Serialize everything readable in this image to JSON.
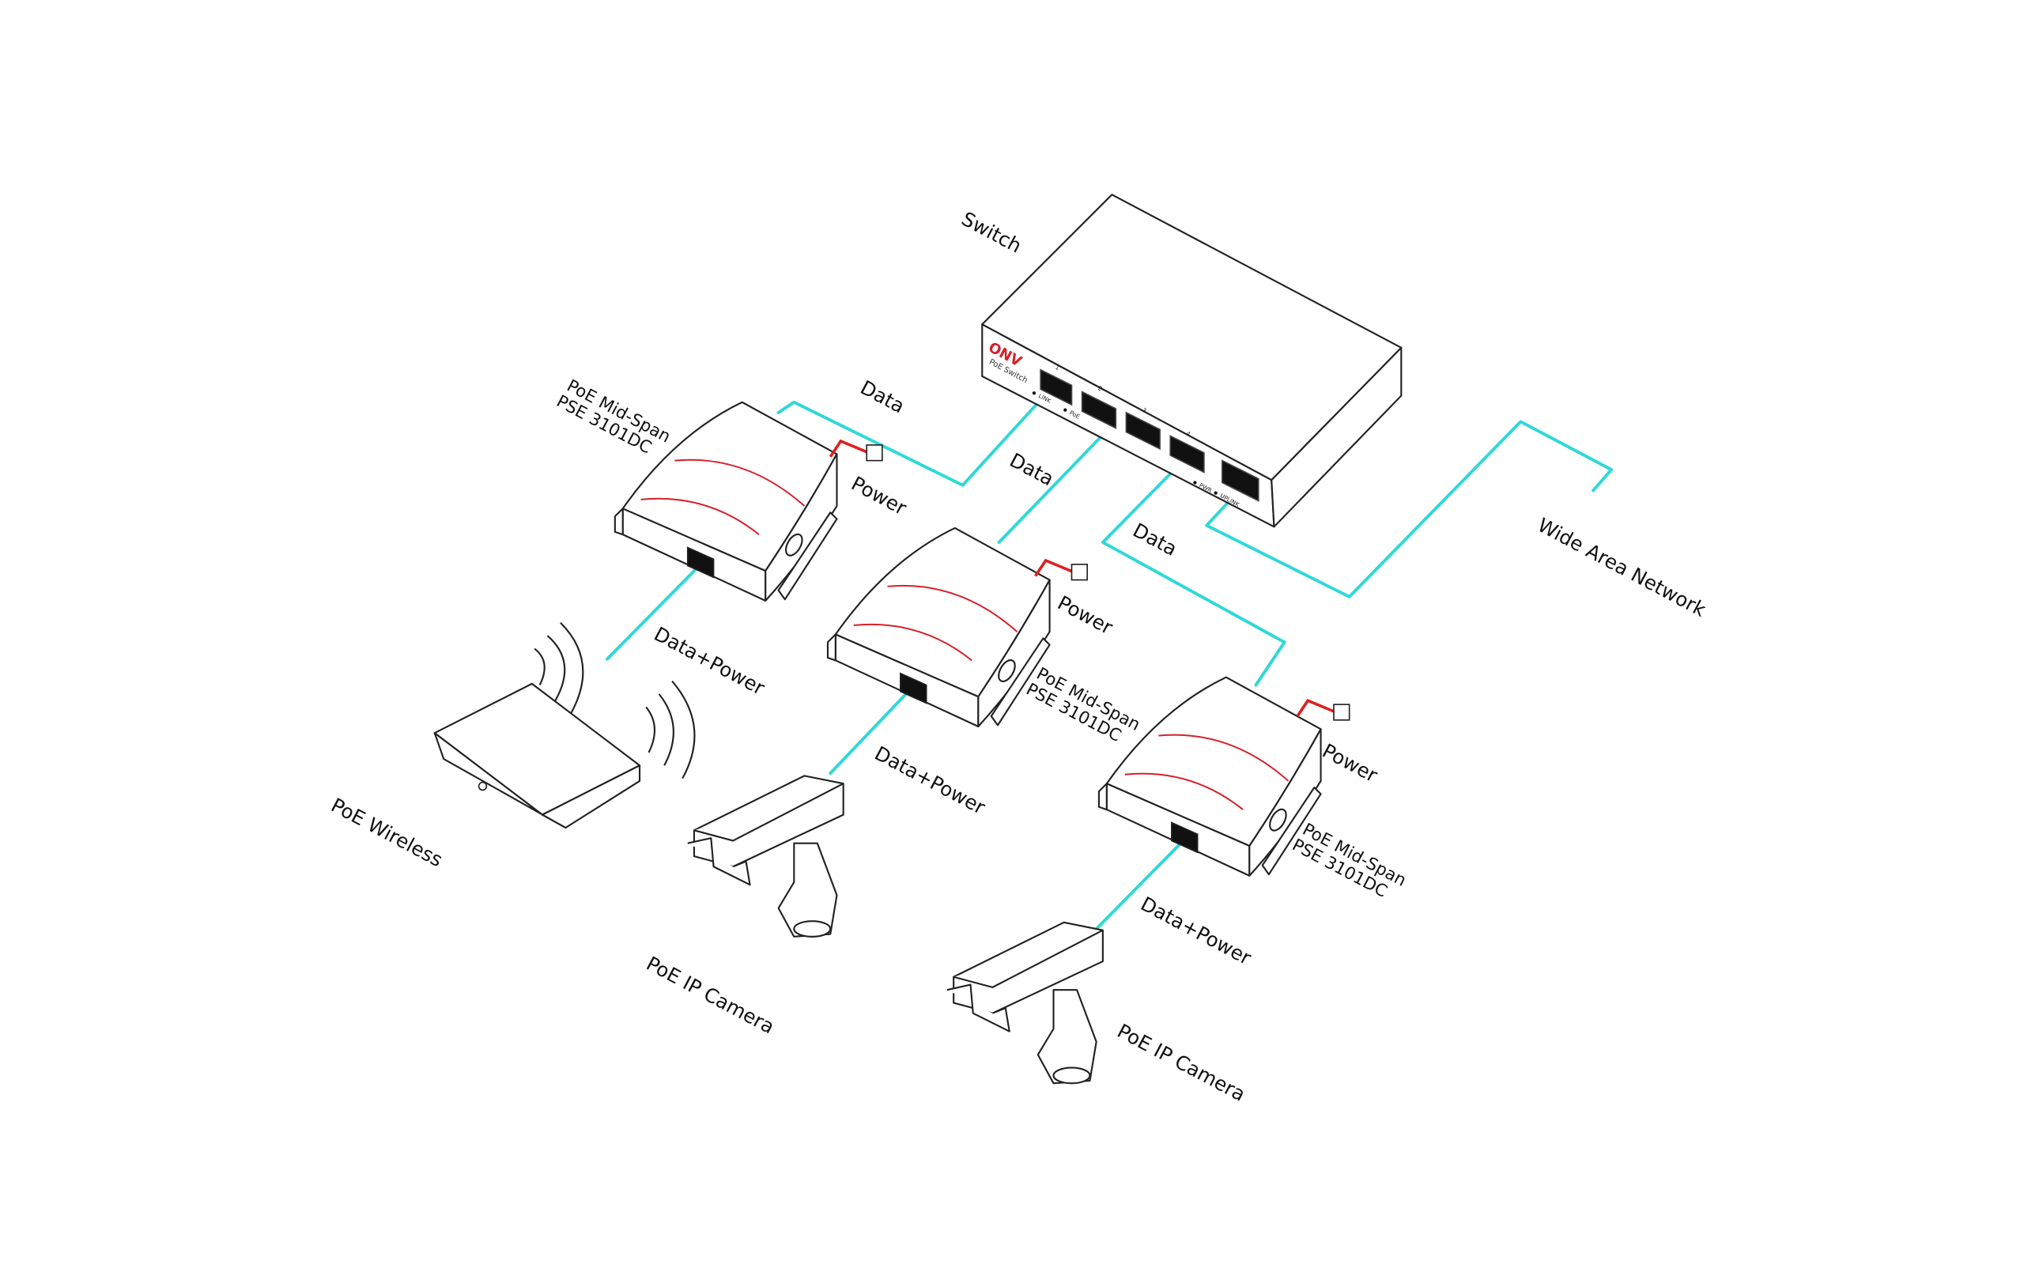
{
  "colors": {
    "data_cable": "#2fd8d8",
    "power_cable": "#e02020",
    "brand": "#d6202a",
    "outline": "#222222"
  },
  "switch": {
    "label": "Switch",
    "brand": "ONV",
    "model": "PoE Switch",
    "ports": [
      "1",
      "2",
      "3",
      "4"
    ],
    "leds": [
      "LINK",
      "PoE",
      "PWR",
      "UPLINK"
    ]
  },
  "midspans": [
    {
      "label_line1": "PoE Mid-Span",
      "label_line2": "PSE 3101DC"
    },
    {
      "label_line1": "PoE Mid-Span",
      "label_line2": "PSE 3101DC"
    },
    {
      "label_line1": "PoE Mid-Span",
      "label_line2": "PSE 3101DC"
    }
  ],
  "links": {
    "data": "Data",
    "power": "Power",
    "data_power": "Data+Power",
    "wan": "Wide Area Network"
  },
  "endpoints": {
    "wireless": "PoE Wireless",
    "camera1": "PoE IP Camera",
    "camera2": "PoE IP Camera"
  },
  "icons": [
    "switch-icon",
    "midspan-icon",
    "wireless-router-icon",
    "ip-camera-icon",
    "power-plug-icon"
  ]
}
